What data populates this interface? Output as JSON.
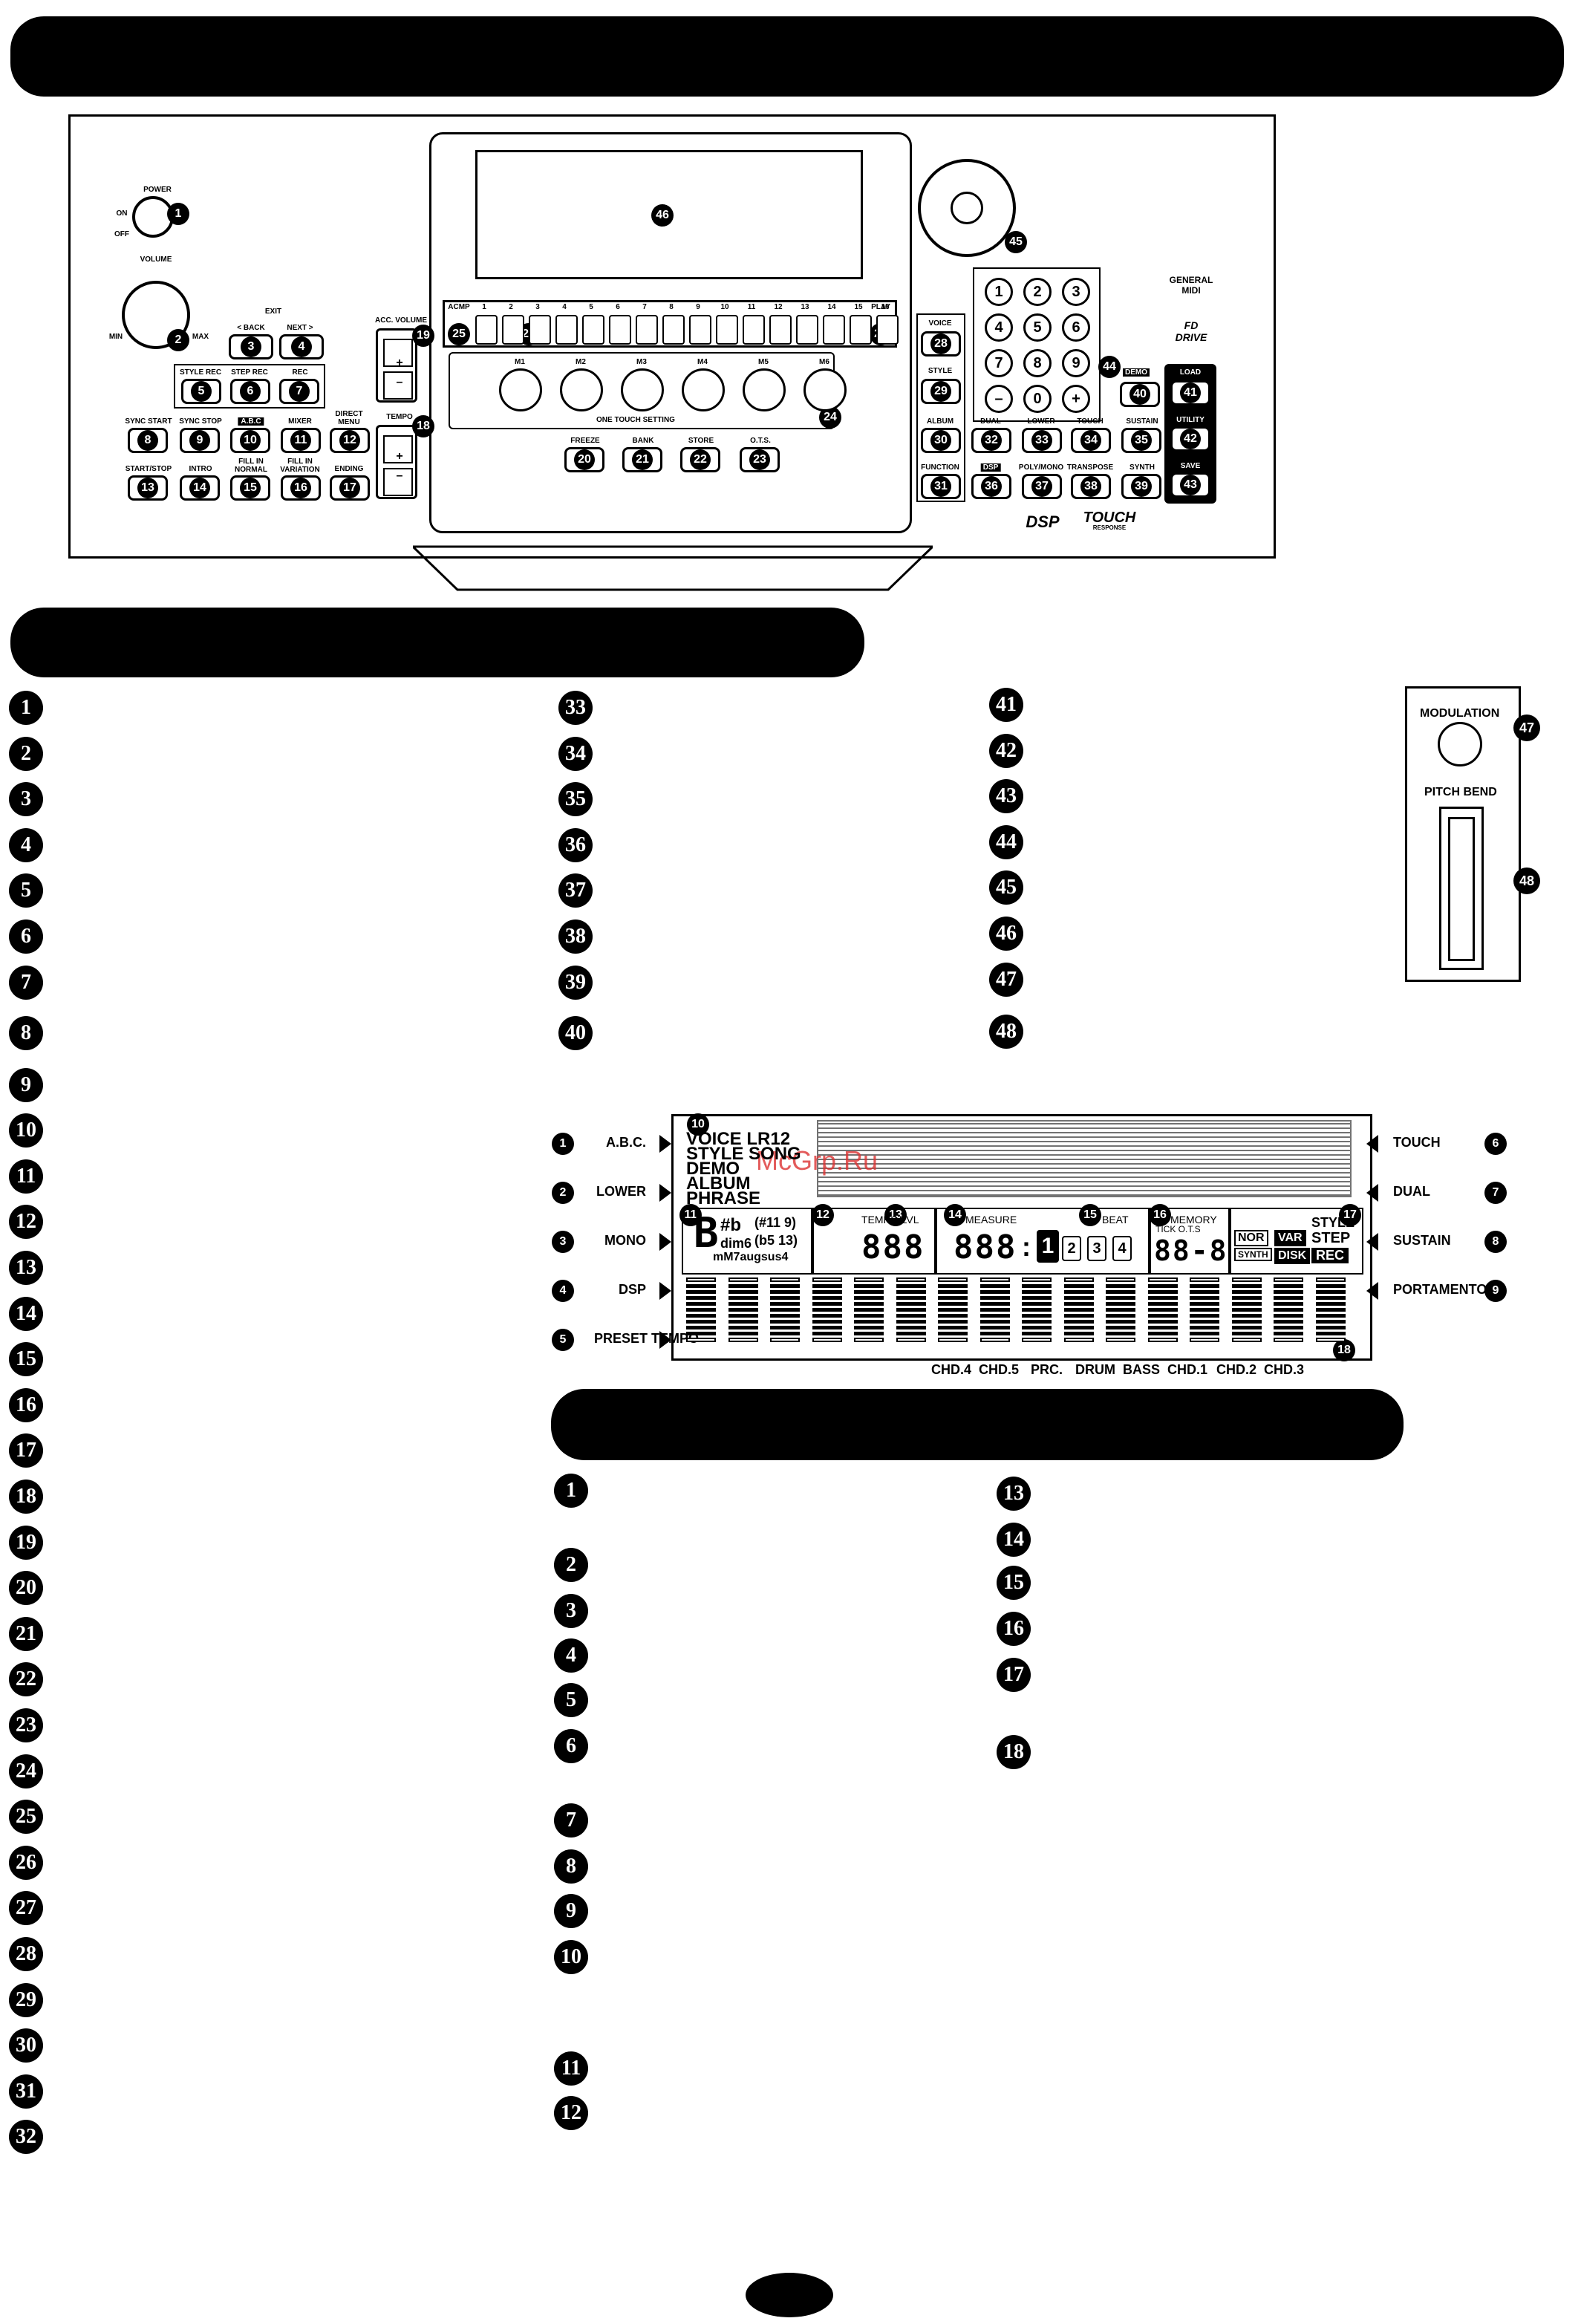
{
  "panel_labels": {
    "power": "POWER",
    "on": "ON",
    "off": "OFF",
    "volume": "VOLUME",
    "min": "MIN",
    "max": "MAX",
    "exit": "EXIT",
    "back": "< BACK",
    "next": "NEXT >",
    "style_rec": "STYLE REC",
    "step_rec": "STEP REC",
    "rec": "REC",
    "sync_start": "SYNC START",
    "sync_stop": "SYNC STOP",
    "abc": "A.B.C",
    "mixer": "MIXER",
    "direct_menu": "DIRECT MENU",
    "start_stop": "START/STOP",
    "intro": "INTRO",
    "fill_normal": "FILL IN NORMAL",
    "fill_variation": "FILL IN VARIATION",
    "ending": "ENDING",
    "acc_volume": "ACC. VOLUME",
    "tempo": "TEMPO",
    "plus": "+",
    "minus": "–",
    "acmp": "ACMP",
    "play": "PLAY",
    "track_numbers": [
      "1",
      "2",
      "3",
      "4",
      "5",
      "6",
      "7",
      "8",
      "9",
      "10",
      "11",
      "12",
      "13",
      "14",
      "15",
      "16"
    ],
    "memory": [
      "M1",
      "M2",
      "M3",
      "M4",
      "M5",
      "M6"
    ],
    "one_touch": "ONE TOUCH SETTING",
    "freeze": "FREEZE",
    "bank": "BANK",
    "store": "STORE",
    "ots": "O.T.S.",
    "voice": "VOICE",
    "style": "STYLE",
    "album": "ALBUM",
    "function": "FUNCTION",
    "dual": "DUAL",
    "lower": "LOWER",
    "touch": "TOUCH",
    "sustain": "SUSTAIN",
    "dsp": "DSP",
    "poly_mono": "POLY/MONO",
    "transpose": "TRANSPOSE",
    "synth": "SYNTH",
    "demo": "DEMO",
    "load": "LOAD",
    "utility": "UTILITY",
    "save": "SAVE",
    "general_midi": "GENERAL MIDI",
    "fd_drive": "FD DRIVE",
    "dsp_logo": "DSP",
    "touch_logo": "TOUCH",
    "touch_response": "RESPONSE",
    "keypad": [
      "1",
      "2",
      "3",
      "4",
      "5",
      "6",
      "7",
      "8",
      "9",
      "–",
      "0",
      "+"
    ]
  },
  "wheel_labels": {
    "modulation": "MODULATION",
    "pitch_bend": "PITCH BEND"
  },
  "lcd": {
    "modes": [
      "VOICE LR12",
      "STYLE SONG",
      "DEMO",
      "ALBUM",
      "PHRASE"
    ],
    "chord_big": "B",
    "chord_sym": "#b",
    "chord_line1": "dim6",
    "chord_line2": "mM7augsus4",
    "chord_alt1": "(#11 9)",
    "chord_alt2": "(b5 13)",
    "tempo_label": "TEMPO/LVL",
    "tempo_digits": "888",
    "measure_label": "MEASURE",
    "measure_digits": "888",
    "beat_label": "BEAT",
    "beats": [
      "1",
      "2",
      "3",
      "4"
    ],
    "memory_label": "MEMORY",
    "memory_sub": "TICK  O.T.S",
    "memory_digits": "88-8",
    "right_tags": [
      "NOR",
      "VAR",
      "DISK",
      "SYNTH"
    ],
    "style_tag": "STYLE",
    "step_tag": "STEP",
    "rec_tag": "REC",
    "left_indicators": [
      "A.B.C.",
      "LOWER",
      "MONO",
      "DSP",
      "PRESET TEMPO"
    ],
    "right_indicators": [
      "TOUCH",
      "DUAL",
      "SUSTAIN",
      "PORTAMENTO"
    ],
    "channels": [
      "CHD.4",
      "CHD.5",
      "PRC.",
      "DRUM",
      "BASS",
      "CHD.1",
      "CHD.2",
      "CHD.3"
    ],
    "watermark": "McGrp.Ru"
  }
}
